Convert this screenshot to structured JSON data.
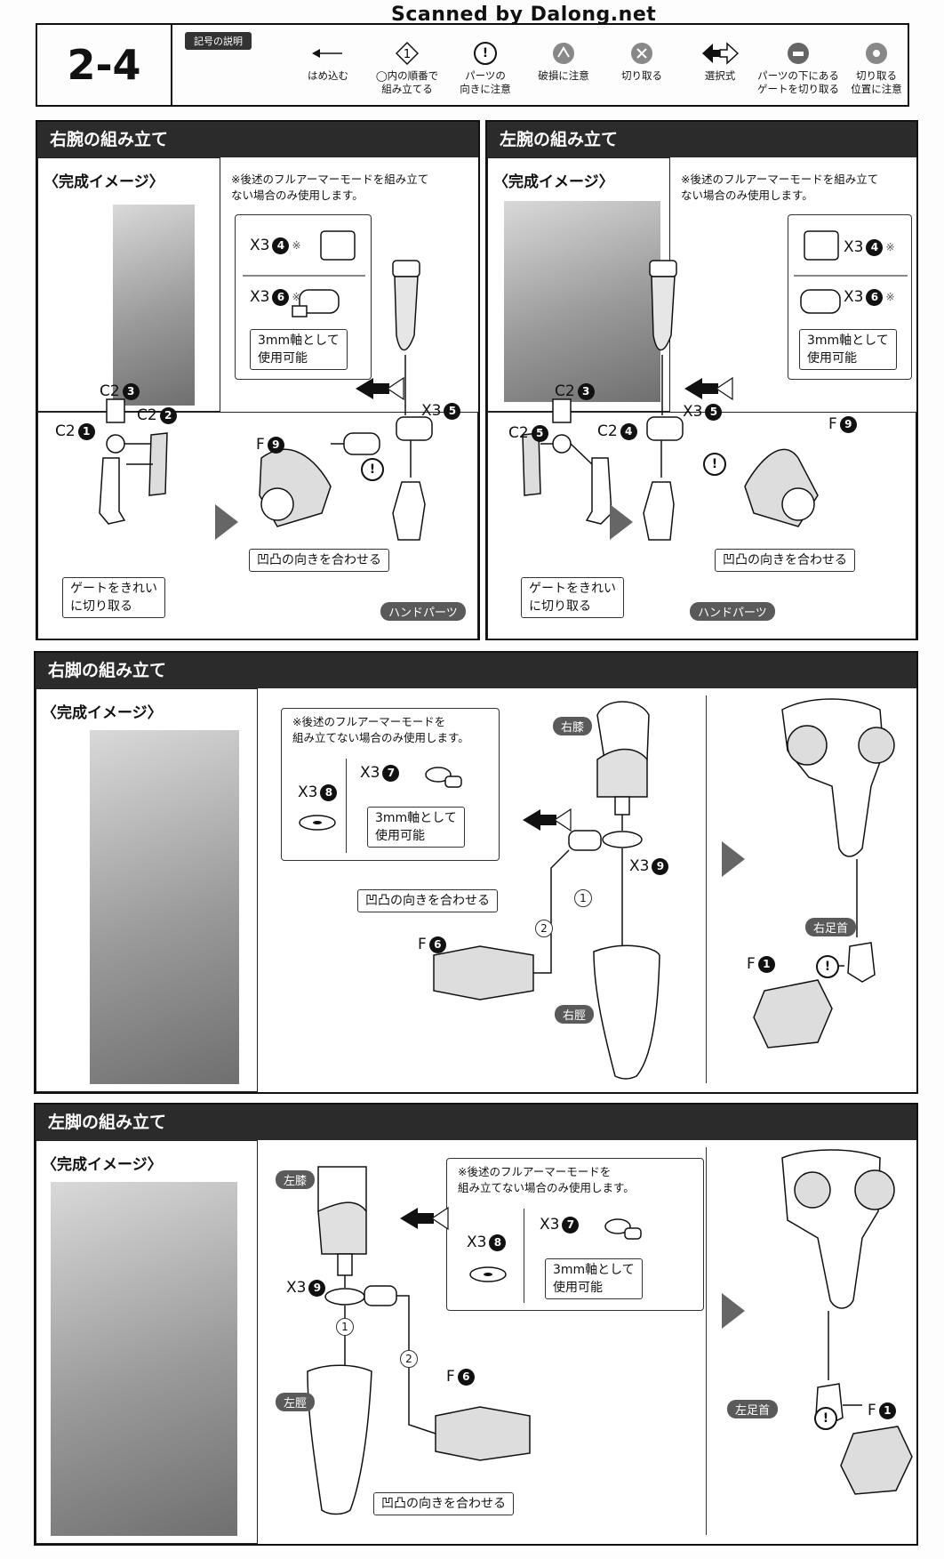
{
  "watermark": "Scanned by Dalong.net",
  "step": "2-4",
  "legend": {
    "title": "記号の説明",
    "items": [
      {
        "icon": "arrow-left-icon",
        "label": "はめ込む"
      },
      {
        "icon": "circled-one-icon",
        "symbol": "1",
        "label": "◯内の順番で\n組み立てる"
      },
      {
        "icon": "exclamation-icon",
        "symbol": "!",
        "label": "パーツの\n向きに注意"
      },
      {
        "icon": "breakage-icon",
        "label": "破損に注意"
      },
      {
        "icon": "cut-icon",
        "label": "切り取る"
      },
      {
        "icon": "choice-arrow-icon",
        "label": "選択式"
      },
      {
        "icon": "gate-cut-icon",
        "label": "パーツの下にある\nゲートを切り取る"
      },
      {
        "icon": "cut-position-icon",
        "label": "切り取る\n位置に注意"
      }
    ]
  },
  "common": {
    "kansei": "〈完成イメージ〉",
    "note_arm": "※後述のフルアーマーモードを組み立て\nない場合のみ使用します。",
    "note_leg": "※後述のフルアーマーモードを\n組み立てない場合のみ使用します。",
    "shaft": "3mm軸として\n使用可能",
    "align": "凹凸の向きを合わせる",
    "gate": "ゲートをきれい\nに切り取る",
    "hand": "ハンドパーツ",
    "star": "※",
    "x3": "X3",
    "c2": "C2",
    "f": "F",
    "one": "1",
    "two": "2",
    "three": "3",
    "four": "4",
    "five": "5",
    "six": "6",
    "seven": "7",
    "eight": "8",
    "nine": "9",
    "excl": "!"
  },
  "right_arm": {
    "title": "右腕の組み立て"
  },
  "left_arm": {
    "title": "左腕の組み立て"
  },
  "right_leg": {
    "title": "右脚の組み立て",
    "knee": "右膝",
    "shin": "右脛",
    "ankle": "右足首"
  },
  "left_leg": {
    "title": "左脚の組み立て",
    "knee": "左膝",
    "shin": "左脛",
    "ankle": "左足首"
  }
}
